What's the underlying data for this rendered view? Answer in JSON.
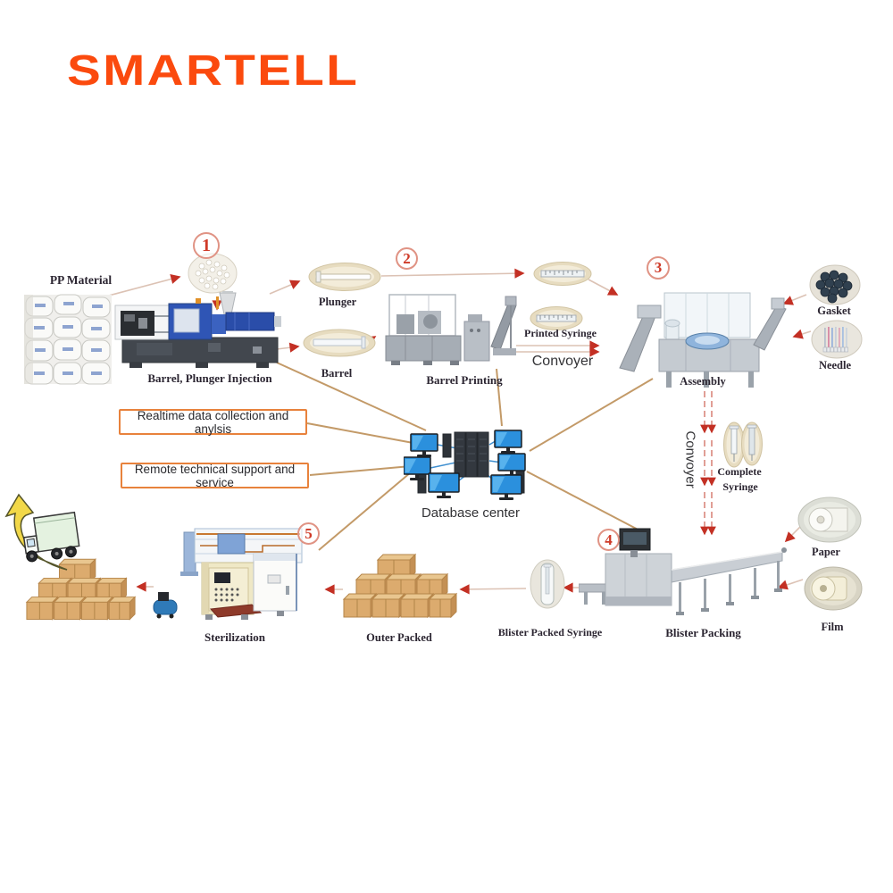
{
  "brand": {
    "logo_text": "SMARTELL",
    "logo_color": "#FB4A0E"
  },
  "diagram": {
    "steps": [
      "1",
      "2",
      "3",
      "4",
      "5"
    ],
    "labels": {
      "pp_material": "PP Material",
      "injection": "Barrel, Plunger Injection",
      "plunger": "Plunger",
      "barrel": "Barrel",
      "barrel_printing": "Barrel Printing",
      "printed_syringe": "Printed Syringe",
      "convoyer_horizontal": "Convoyer",
      "assembly": "Assembly",
      "gasket": "Gasket",
      "needle": "Needle",
      "convoyer_vertical": "Convoyer",
      "complete_syringe_line1": "Complete",
      "complete_syringe_line2": "Syringe",
      "paper": "Paper",
      "film": "Film",
      "blister_packing": "Blister Packing",
      "blister_packed_syringe": "Blister Packed Syringe",
      "outer_packed": "Outer Packed",
      "sterilization": "Sterilization",
      "database_center": "Database center"
    },
    "callouts": {
      "realtime": "Realtime data collection and anylsis",
      "remote": "Remote technical support and service"
    },
    "colors": {
      "step_red": "#CF3A28",
      "arrow_red": "#C33024",
      "flow_line": "#DCC2B4",
      "database_line_tan": "#C39A68",
      "callout_border": "#E8823C",
      "label_dark": "#2B2531"
    }
  }
}
